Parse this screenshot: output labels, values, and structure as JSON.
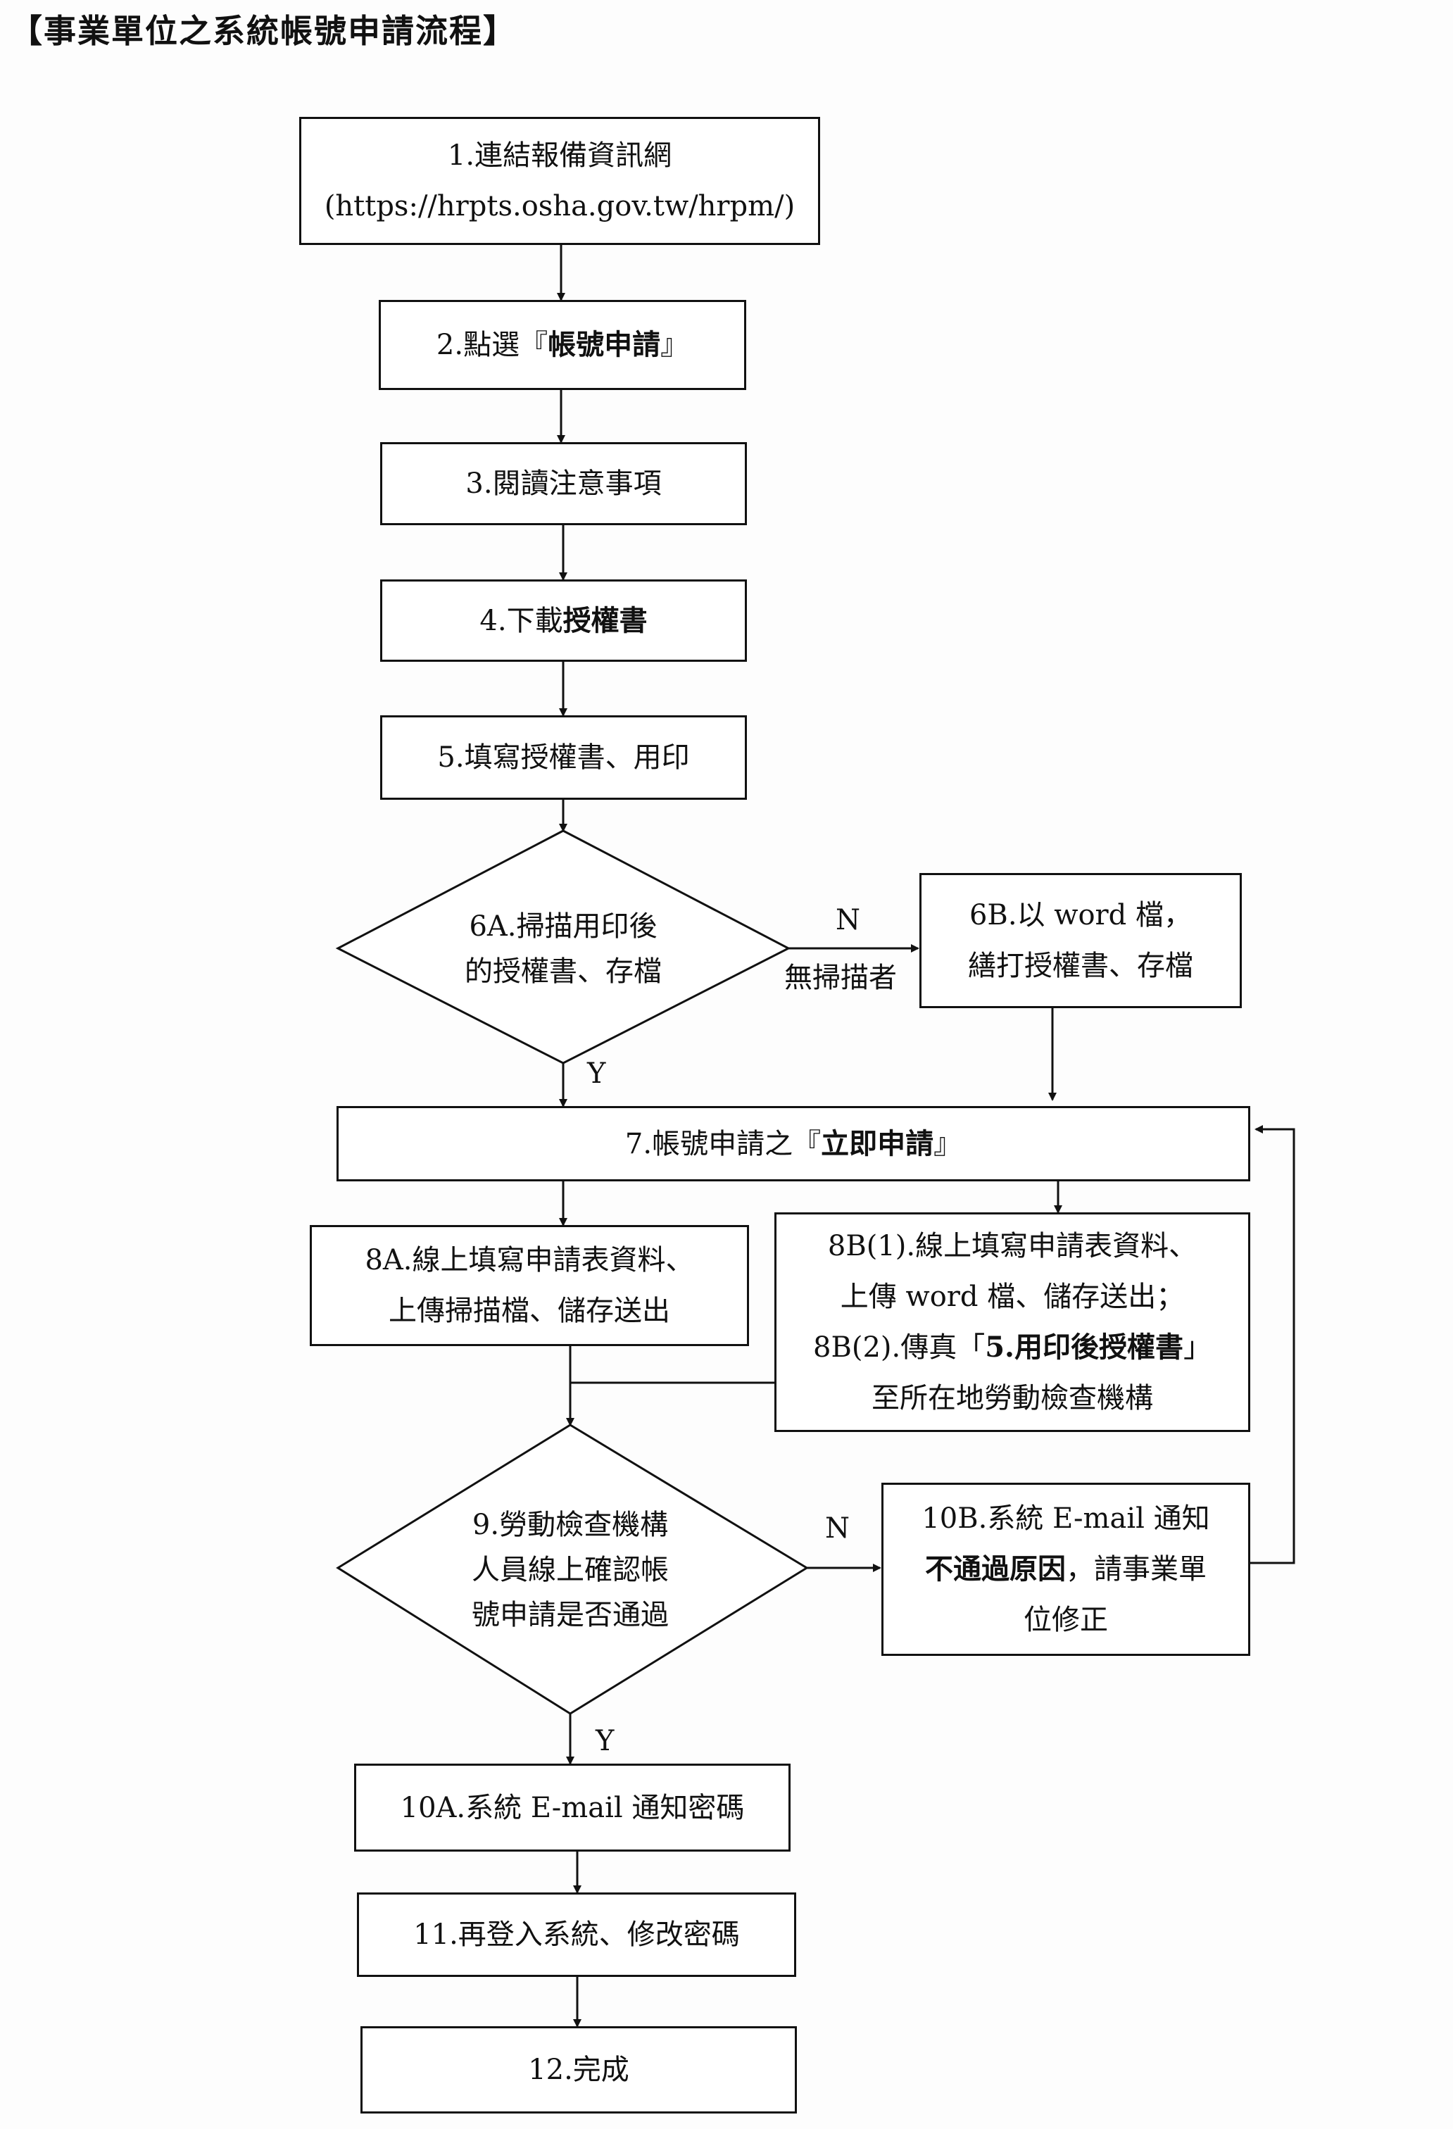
{
  "title": "【事業單位之系統帳號申請流程】",
  "steps": {
    "s1": {
      "line1": "1.連結報備資訊網",
      "line2": "(https://hrpts.osha.gov.tw/hrpm/)"
    },
    "s2": {
      "prefix": "2.點選『",
      "bold": "帳號申請",
      "suffix": "』"
    },
    "s3": {
      "text": "3.閱讀注意事項"
    },
    "s4": {
      "prefix": "4.下載",
      "bold": "授權書"
    },
    "s5": {
      "text": "5.填寫授權書、用印"
    },
    "d6a": {
      "line1": "6A.掃描用印後",
      "line2": "的授權書、存檔"
    },
    "s6b": {
      "line1": "6B.以 word 檔，",
      "line2": "繕打授權書、存檔"
    },
    "s7": {
      "prefix": "7.帳號申請之『",
      "bold": "立即申請",
      "suffix": "』"
    },
    "s8a": {
      "line1": "8A.線上填寫申請表資料、",
      "line2": "上傳掃描檔、儲存送出"
    },
    "s8b": {
      "line1": "8B(1).線上填寫申請表資料、",
      "line2": "上傳 word 檔、儲存送出；",
      "line3_prefix": "8B(2).傳真「",
      "line3_bold": "5.用印後授權書",
      "line3_suffix": "」",
      "line4": "至所在地勞動檢查機構"
    },
    "d9": {
      "line1": "9.勞動檢查機構",
      "line2": "人員線上確認帳",
      "line3": "號申請是否通過"
    },
    "s10b": {
      "line1": "10B.系統 E-mail 通知",
      "line2_bold": "不通過原因",
      "line2_suffix": "，請事業單",
      "line3": "位修正"
    },
    "s10a": {
      "text": "10A.系統 E-mail 通知密碼"
    },
    "s11": {
      "text": "11.再登入系統、修改密碼"
    },
    "s12": {
      "text": "12.完成"
    }
  },
  "edge_labels": {
    "n1": "N",
    "no_scanner": "無掃描者",
    "y1": "Y",
    "n2": "N",
    "y2": "Y"
  }
}
